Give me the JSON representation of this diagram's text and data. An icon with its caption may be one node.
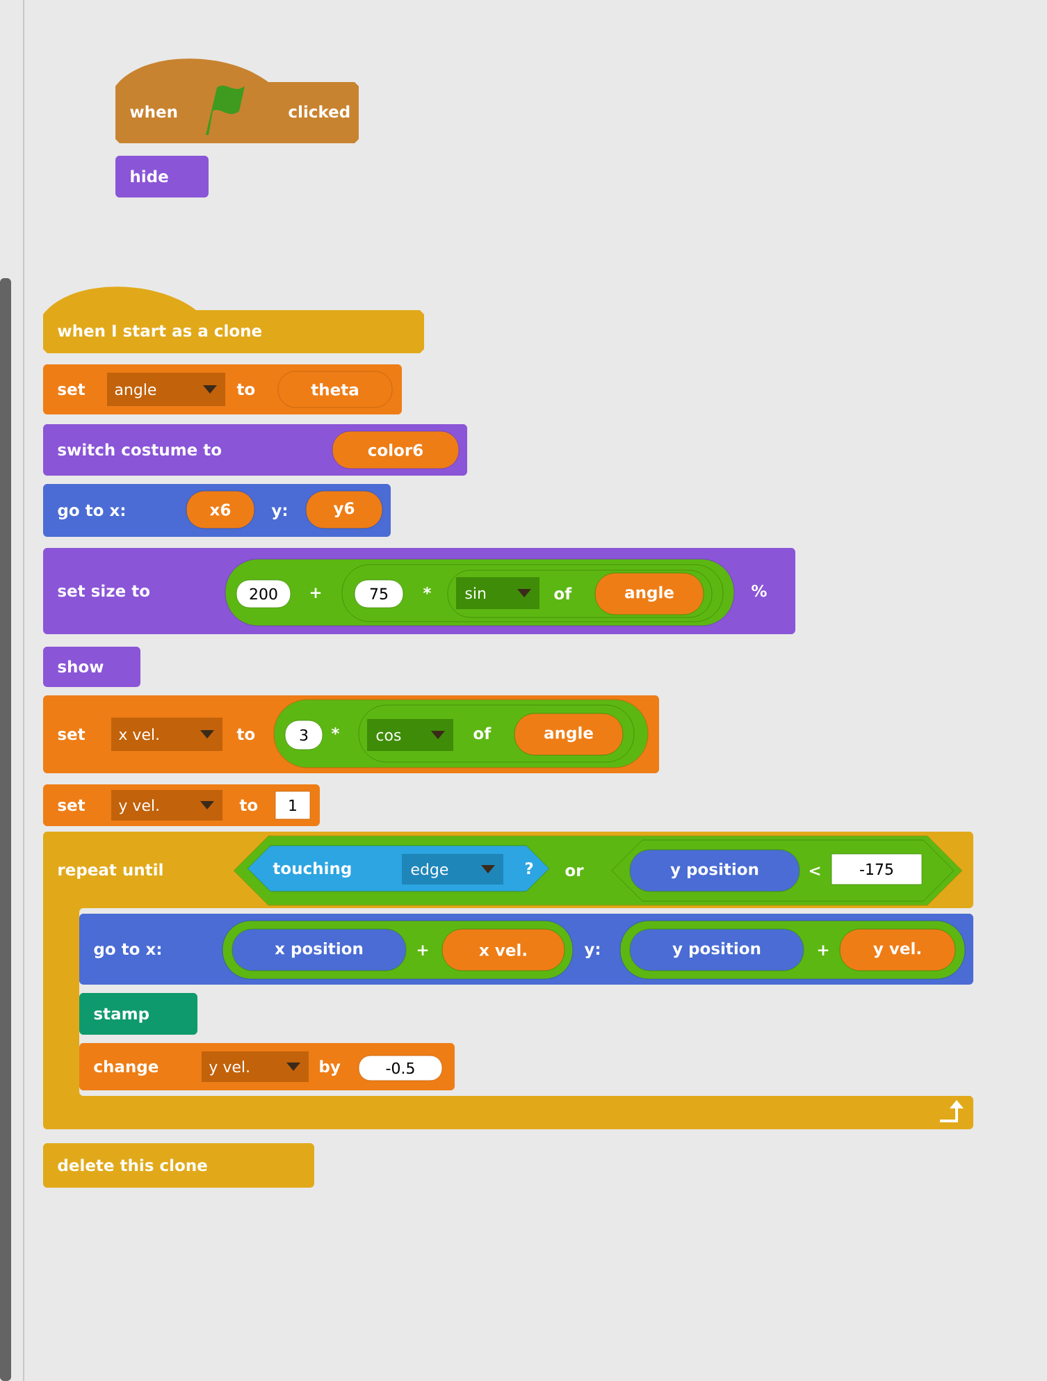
{
  "diagram": {
    "nodes": [
      {
        "text": [
          "when",
          "clicked"
        ]
      },
      {
        "text": [
          "hide"
        ]
      },
      {
        "text": [
          "when I start as a clone"
        ]
      },
      {
        "text": [
          "set",
          "to"
        ]
      },
      {
        "text": [
          "angle"
        ],
        "in": 3
      },
      {
        "text": [
          "theta"
        ],
        "in": 3
      },
      {
        "text": [
          "switch costume to"
        ]
      },
      {
        "text": [
          "color6"
        ],
        "in": 6
      },
      {
        "text": [
          "go to x:",
          "y:"
        ]
      },
      {
        "text": [
          "x6"
        ],
        "in": 8
      },
      {
        "text": [
          "y6"
        ],
        "in": 8
      },
      {
        "text": [
          "set size to",
          "%"
        ]
      },
      {
        "text": [
          "+"
        ],
        "in": 11
      },
      {
        "text": [
          "200"
        ],
        "in": 12
      },
      {
        "text": [
          "*"
        ],
        "in": 12
      },
      {
        "text": [
          "75"
        ],
        "in": 14
      },
      {
        "text": [
          "of"
        ],
        "in": 14
      },
      {
        "text": [
          "sin"
        ],
        "in": 16
      },
      {
        "text": [
          "angle"
        ],
        "in": 16
      },
      {
        "text": [
          "show"
        ]
      },
      {
        "text": [
          "set",
          "to"
        ]
      },
      {
        "text": [
          "x vel."
        ],
        "in": 20
      },
      {
        "text": [
          "*"
        ],
        "in": 20
      },
      {
        "text": [
          "3"
        ],
        "in": 22
      },
      {
        "text": [
          "of"
        ],
        "in": 22
      },
      {
        "text": [
          "cos"
        ],
        "in": 24
      },
      {
        "text": [
          "angle"
        ],
        "in": 24
      },
      {
        "text": [
          "set",
          "to"
        ]
      },
      {
        "text": [
          "y vel."
        ],
        "in": 27
      },
      {
        "text": [
          "1"
        ],
        "in": 27
      },
      {
        "text": [
          "repeat until"
        ]
      },
      {
        "text": [
          "or"
        ],
        "in": 30
      },
      {
        "text": [
          "touching",
          "?"
        ],
        "in": 31
      },
      {
        "text": [
          "edge"
        ],
        "in": 32
      },
      {
        "text": [
          "<"
        ],
        "in": 31
      },
      {
        "text": [
          "y position"
        ],
        "in": 34
      },
      {
        "text": [
          "-175"
        ],
        "in": 34
      },
      {
        "text": [
          "go to x:",
          "y:"
        ],
        "in": 30
      },
      {
        "text": [
          "+"
        ],
        "in": 37
      },
      {
        "text": [
          "x position"
        ],
        "in": 38
      },
      {
        "text": [
          "x vel."
        ],
        "in": 38
      },
      {
        "text": [
          "+"
        ],
        "in": 37
      },
      {
        "text": [
          "y position"
        ],
        "in": 41
      },
      {
        "text": [
          "y vel."
        ],
        "in": 41
      },
      {
        "text": [
          "stamp"
        ],
        "in": 30
      },
      {
        "text": [
          "change",
          "by"
        ],
        "in": 30
      },
      {
        "text": [
          "y vel."
        ],
        "in": 45
      },
      {
        "text": [
          "-0.5"
        ],
        "in": 45
      },
      {
        "text": [
          "delete this clone"
        ]
      }
    ]
  }
}
